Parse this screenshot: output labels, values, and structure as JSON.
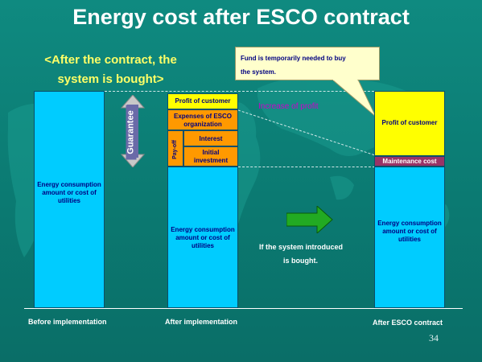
{
  "title": "Energy cost after ESCO contract",
  "subtitle": {
    "line1": "<After the contract, the",
    "line2": "system is bought>"
  },
  "guarantee_label": "Guarantee",
  "callout": {
    "line1": "Fund is temporarily needed to buy",
    "line2": "the system."
  },
  "increase_label": "Increase of profit",
  "before": {
    "consumption": "Energy consumption amount or cost of utilities",
    "label": "Before implementation"
  },
  "after": {
    "profit": "Profit of customer",
    "expenses": "Expenses of ESCO organization",
    "interest": "Interest",
    "initial": "Initial investment",
    "payoff": "Pay-off",
    "consumption": "Energy consumption amount or cost of utilities",
    "label": "After implementation"
  },
  "esco": {
    "profit": "Profit of customer",
    "maintenance": "Maintenance cost",
    "consumption": "Energy consumption amount or cost of utilities",
    "label": "After ESCO contract"
  },
  "introduced": {
    "line1": "If the system introduced",
    "line2": "is bought."
  },
  "page_number": "34",
  "colors": {
    "background": "#0b7a72",
    "consumption": "#00ccff",
    "profit": "#ffff00",
    "payoff": "#ff9900",
    "maintenance": "#993366",
    "arrow": "#22aa22"
  }
}
